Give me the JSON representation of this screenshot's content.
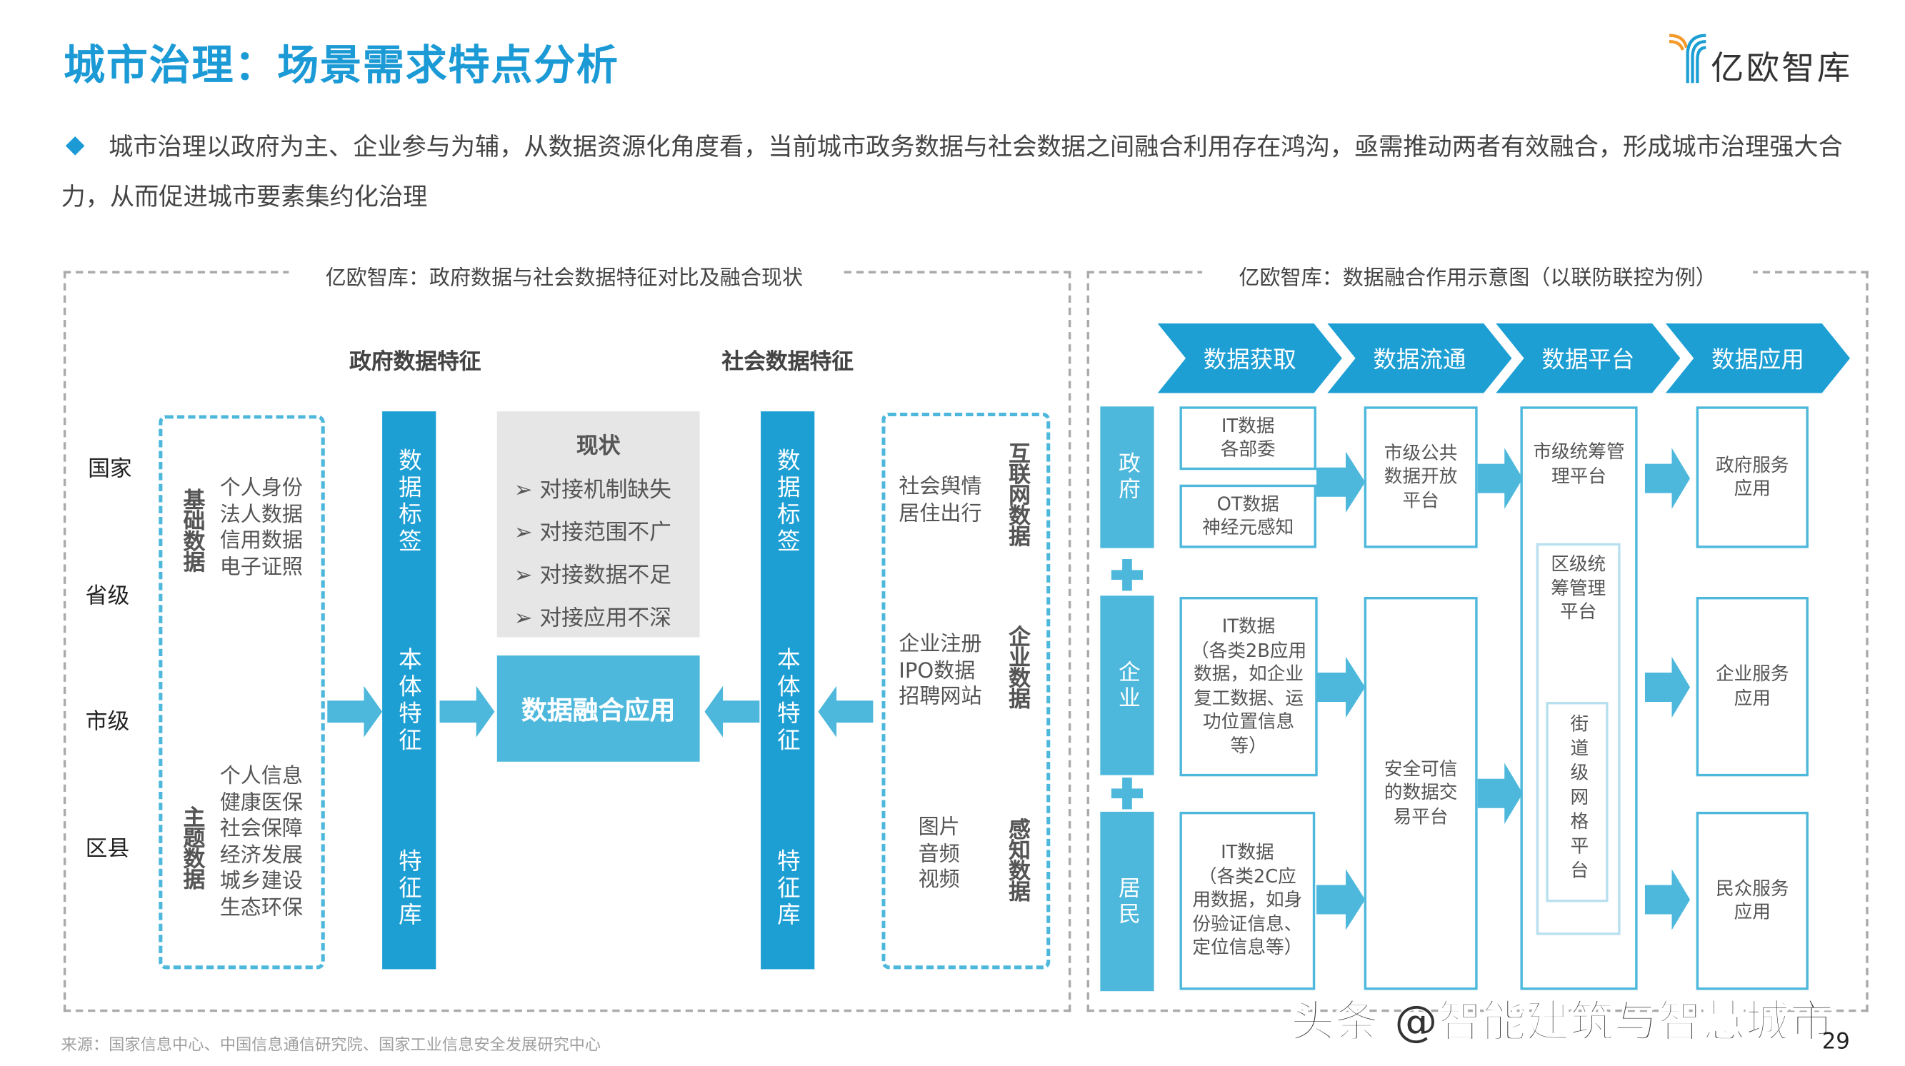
{
  "header": {
    "title": "城市治理：场景需求特点分析",
    "logo_text": "亿欧智库"
  },
  "summary": "城市治理以政府为主、企业参与为辅，从数据资源化角度看，当前城市政务数据与社会数据之间融合利用存在鸿沟，亟需推动两者有效融合，形成城市治理强大合力，从而促进城市要素集约化治理",
  "left_panel": {
    "title": "亿欧智库：政府数据与社会数据特征对比及融合现状",
    "gov_header": "政府数据特征",
    "soc_header": "社会数据特征",
    "levels": [
      "国家",
      "省级",
      "市级",
      "区县"
    ],
    "gov_groups": [
      {
        "label": "基础数据",
        "items": "个人身份\n法人数据\n信用数据\n电子证照"
      },
      {
        "label": "主题数据",
        "items": "个人信息\n健康医保\n社会保障\n经济发展\n城乡建设\n生态环保"
      }
    ],
    "column_labels": [
      "数据标签",
      "本体特征",
      "特征库"
    ],
    "status": {
      "title": "现状",
      "items": [
        "对接机制缺失",
        "对接范围不广",
        "对接数据不足",
        "对接应用不深"
      ]
    },
    "fusion": "数据融合应用",
    "soc_groups": [
      {
        "label": "互联网数据",
        "items": "社会舆情\n居住出行"
      },
      {
        "label": "企业数据",
        "items": "企业注册\nIPO数据\n招聘网站"
      },
      {
        "label": "感知数据",
        "items": "图片\n音频\n视频"
      }
    ]
  },
  "right_panel": {
    "title": "亿欧智库：数据融合作用示意图（以联防联控为例）",
    "stages": [
      "数据获取",
      "数据流通",
      "数据平台",
      "数据应用"
    ],
    "actors": [
      "政府",
      "企业",
      "居民"
    ],
    "sources": [
      "IT数据\n各部委",
      "OT数据\n神经元感知",
      "IT数据\n（各类2B应用数据，如企业复工数据、运功位置信息等）",
      "IT数据\n（各类2C应用数据，如身份验证信息、定位信息等）"
    ],
    "flows": [
      "市级公共数据开放平台",
      "安全可信的数据交易平台"
    ],
    "platforms": [
      "市级统筹管理平台",
      "区级统筹管理平台",
      "街道级网格平台"
    ],
    "apps": [
      "政府服务应用",
      "企业服务应用",
      "民众服务应用"
    ]
  },
  "footer": {
    "source": "来源：国家信息中心、中国信息通信研究院、国家工业信息安全发展研究中心",
    "watermark": "头条 @智能建筑与智慧城市",
    "page": "29"
  },
  "colors": {
    "brand": "#1b9ad6",
    "dark_blue": "#1e9fd4",
    "light_blue": "#4db8dc",
    "gray": "#e6e6e6"
  }
}
